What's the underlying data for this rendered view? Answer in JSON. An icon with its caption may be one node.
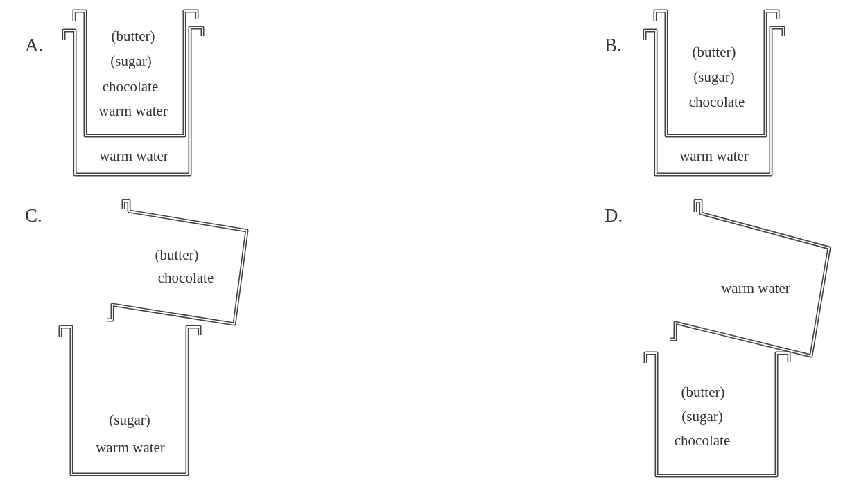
{
  "diagram": {
    "nodes": [
      {
        "text": [
          "warm water"
        ]
      },
      {
        "text": [
          "(butter)",
          "(sugar)",
          "chocolate",
          "warm water"
        ]
      },
      {
        "text": [
          "warm water"
        ]
      },
      {
        "text": [
          "(butter)",
          "(sugar)",
          "chocolate"
        ]
      },
      {
        "text": [
          "(butter)",
          "chocolate"
        ]
      },
      {
        "text": [
          "(sugar)",
          "warm water"
        ]
      },
      {
        "text": [
          "warm water"
        ]
      },
      {
        "text": [
          "(butter)",
          "(sugar)",
          "chocolate"
        ]
      }
    ],
    "labels": [
      "A.",
      "B.",
      "C.",
      "D."
    ]
  }
}
